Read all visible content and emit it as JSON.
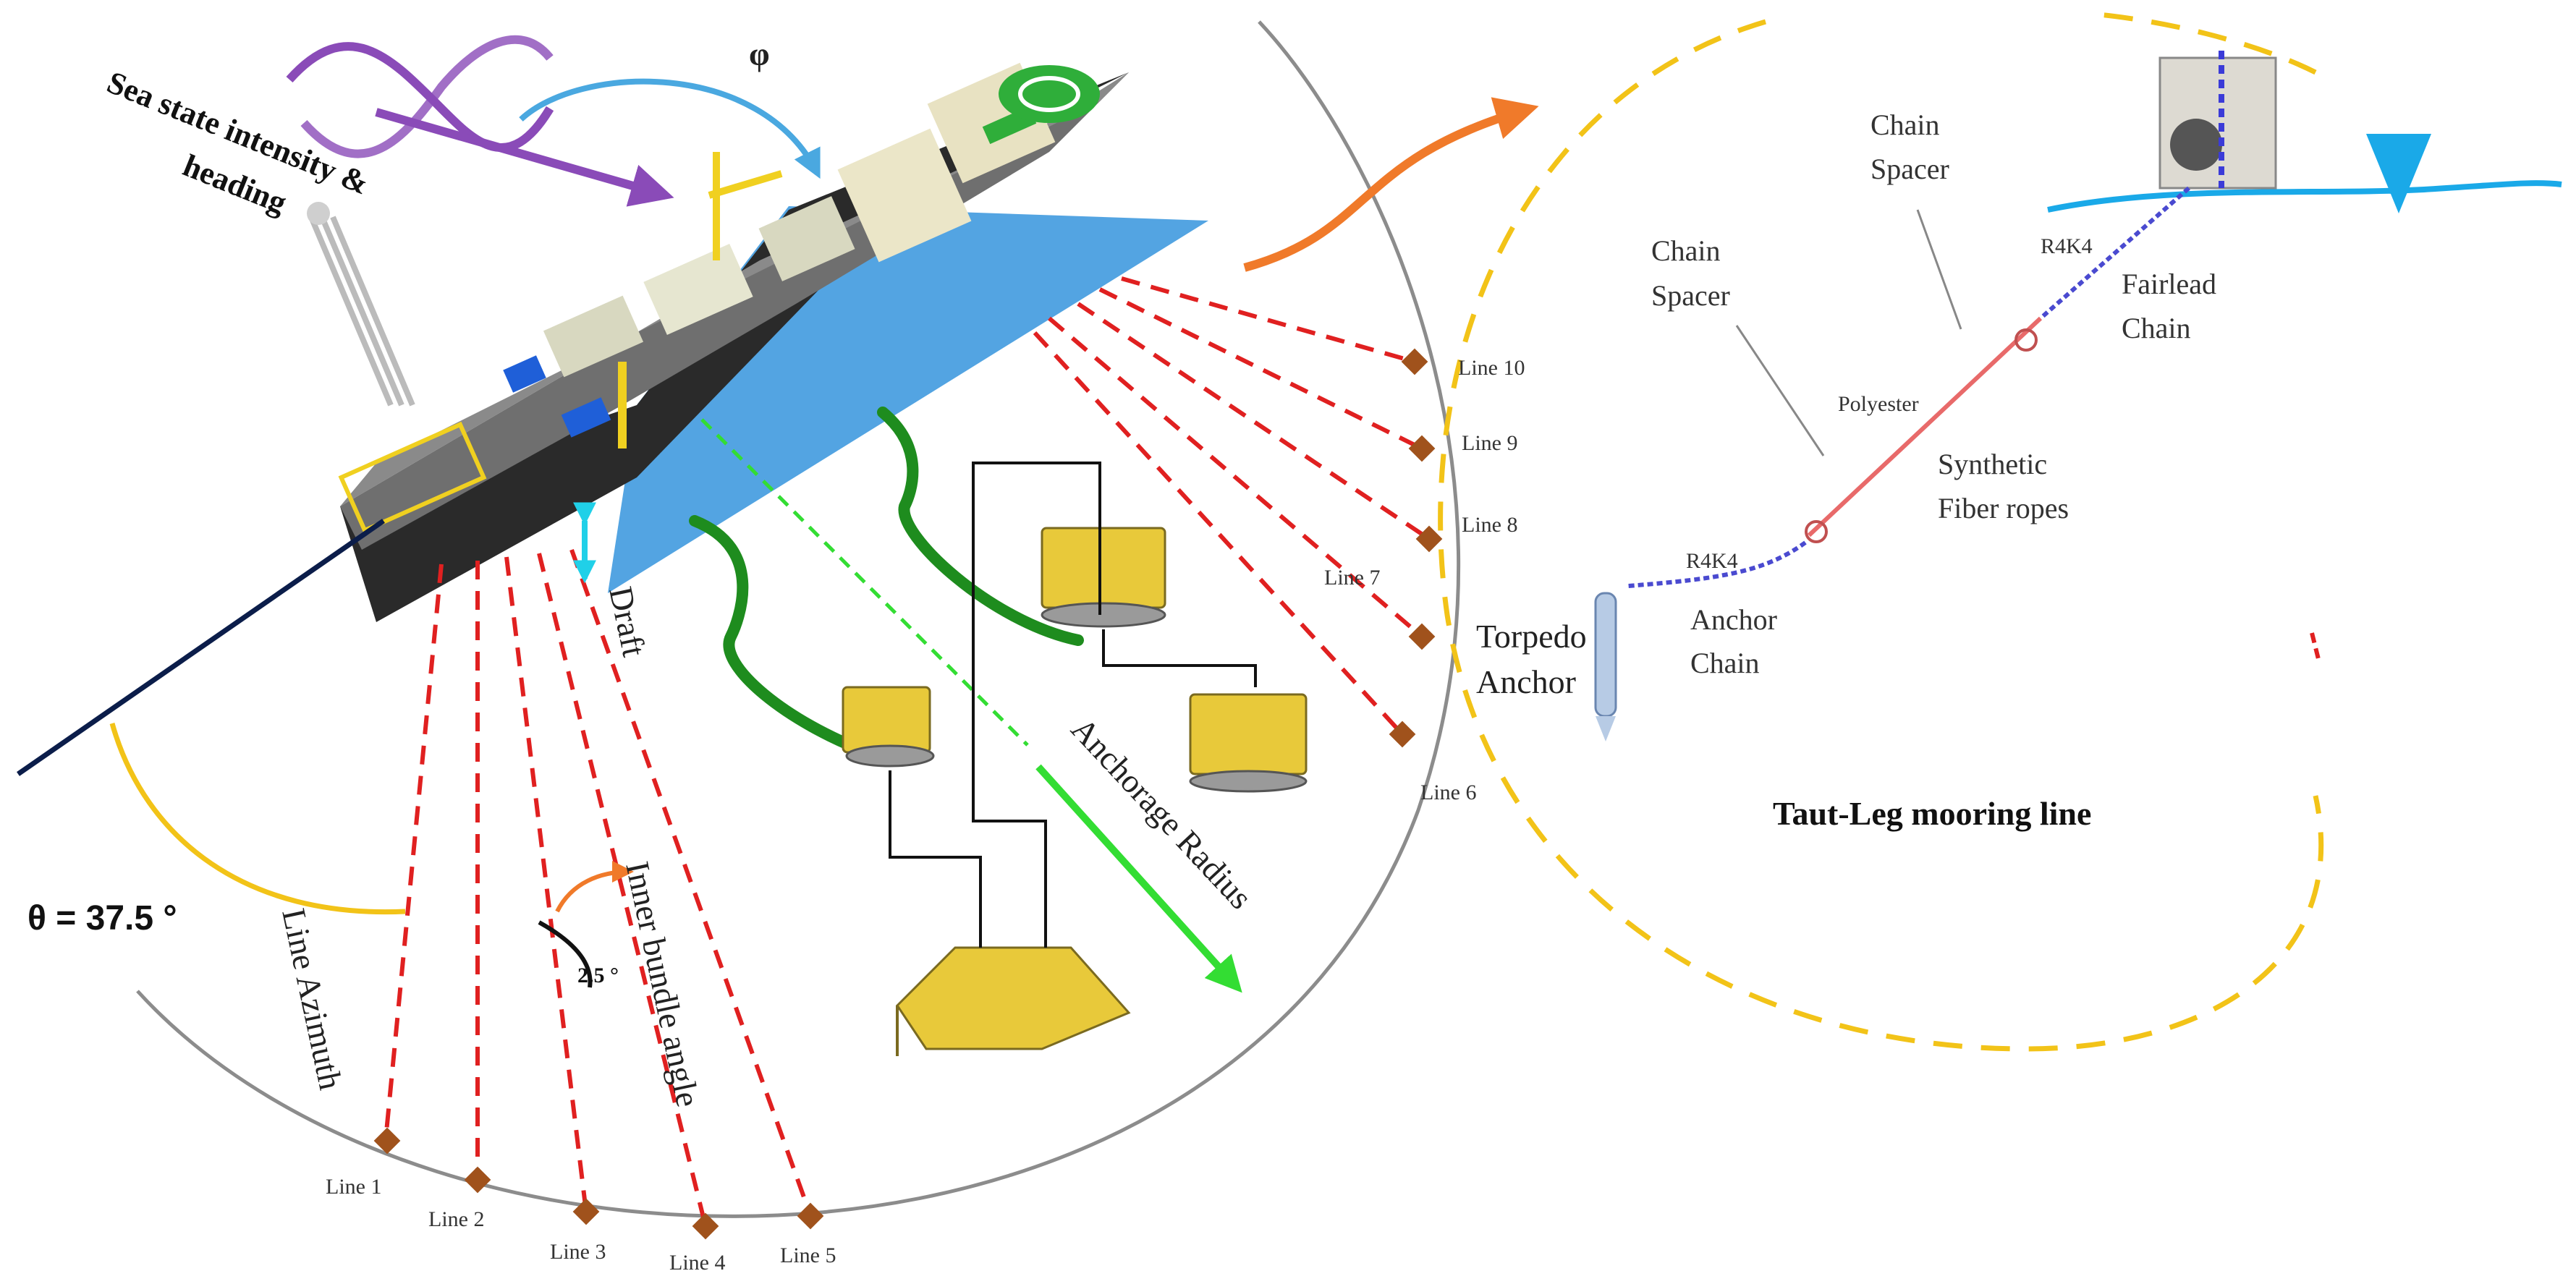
{
  "labels": {
    "sea_state": "Sea state intensity &",
    "sea_state_2": "heading",
    "phi": "φ",
    "draft": "Draft",
    "theta": "θ = 37.5 °",
    "line_azimuth": "Line Azimuth",
    "inner_bundle_angle": "Inner bundle angle",
    "inner_angle_value": "2.5 °",
    "anchorage_radius": "Anchorage Radius",
    "torpedo_anchor_1": "Torpedo",
    "torpedo_anchor_2": "Anchor"
  },
  "mooring_lines": [
    "Line 1",
    "Line 2",
    "Line 3",
    "Line 4",
    "Line 5",
    "Line 6",
    "Line 7",
    "Line 8",
    "Line 9",
    "Line 10"
  ],
  "detail": {
    "title": "Taut-Leg mooring line",
    "chain_spacer_top_1": "Chain",
    "chain_spacer_top_2": "Spacer",
    "chain_spacer_left_1": "Chain",
    "chain_spacer_left_2": "Spacer",
    "r4k4_top": "R4K4",
    "r4k4_bottom": "R4K4",
    "polyester": "Polyester",
    "fairlead_1": "Fairlead",
    "fairlead_2": "Chain",
    "synthetic_1": "Synthetic",
    "synthetic_2": "Fiber ropes",
    "anchor_chain_1": "Anchor",
    "anchor_chain_2": "Chain"
  },
  "colors": {
    "mooring_line": "#e02020",
    "anchor_marker": "#a0521c",
    "water_plane": "#4a9fe0",
    "anchorage_arrow": "#33dd33",
    "riser": "#1e8c1e",
    "detail_circle": "#f2c318",
    "waterline": "#1aa9e8",
    "polyester_segment": "#e86a6a",
    "chain_segment": "#4a4ad0"
  }
}
